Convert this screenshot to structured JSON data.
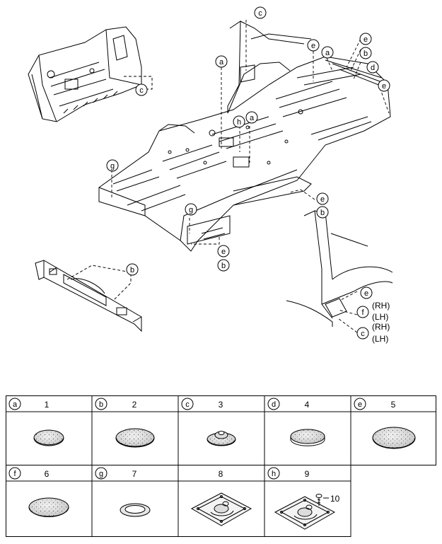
{
  "callouts": {
    "a": "a",
    "b": "b",
    "c": "c",
    "d": "d",
    "e": "e",
    "f": "f",
    "g": "g",
    "h": "h"
  },
  "side_labels": {
    "rh": "(RH)",
    "lh": "(LH)"
  },
  "table": {
    "cells": [
      {
        "letter": "a",
        "number": "1"
      },
      {
        "letter": "b",
        "number": "2"
      },
      {
        "letter": "c",
        "number": "3"
      },
      {
        "letter": "d",
        "number": "4"
      },
      {
        "letter": "e",
        "number": "5"
      },
      {
        "letter": "f",
        "number": "6"
      },
      {
        "letter": "g",
        "number": "7"
      },
      {
        "letter": "",
        "number": "8"
      },
      {
        "letter": "h",
        "number": "9"
      }
    ],
    "extra_label": "10"
  }
}
